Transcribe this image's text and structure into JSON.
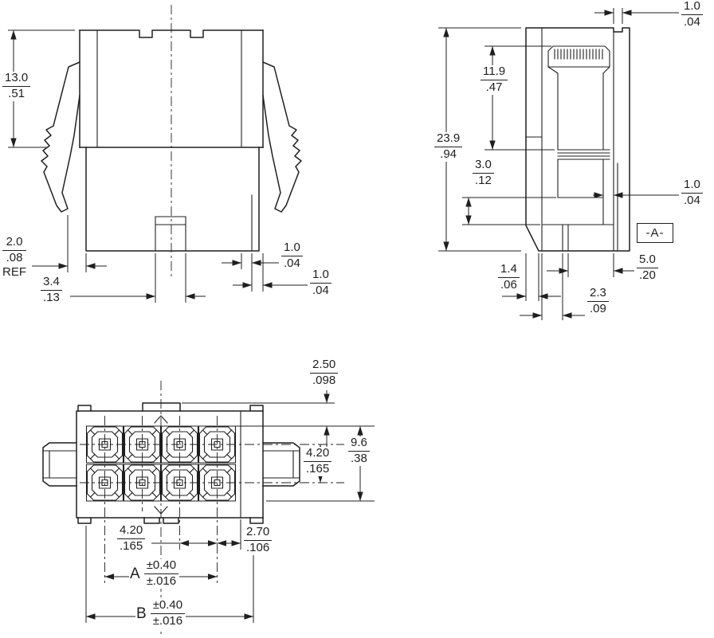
{
  "drawing": {
    "datum": "-A-",
    "dims": {
      "front_height": {
        "mm": "13.0",
        "in": ".51"
      },
      "front_ref": {
        "mm": "2.0",
        "in": ".08",
        "note": "REF"
      },
      "front_tab": {
        "mm": "3.4",
        "in": ".13"
      },
      "front_wall_a": {
        "mm": "1.0",
        "in": ".04"
      },
      "front_wall_b": {
        "mm": "1.0",
        "in": ".04"
      },
      "side_rib": {
        "mm": "1.0",
        "in": ".04"
      },
      "side_latch": {
        "mm": "11.9",
        "in": ".47"
      },
      "side_height": {
        "mm": "23.9",
        "in": ".94"
      },
      "side_step": {
        "mm": "3.0",
        "in": ".12"
      },
      "side_wall": {
        "mm": "1.0",
        "in": ".04"
      },
      "side_depth": {
        "mm": "5.0",
        "in": ".20"
      },
      "side_offset": {
        "mm": "1.4",
        "in": ".06"
      },
      "side_inset": {
        "mm": "2.3",
        "in": ".09"
      },
      "face_rib": {
        "mm": "2.50",
        "in": ".098"
      },
      "face_row_pitch": {
        "mm": "4.20",
        "in": ".165"
      },
      "face_height": {
        "mm": "9.6",
        "in": ".38"
      },
      "face_col_pitch": {
        "mm": "4.20",
        "in": ".165"
      },
      "face_edge": {
        "mm": "2.70",
        "in": ".106"
      },
      "dim_a": {
        "label": "A",
        "tol_mm": "±0.40",
        "tol_in": "±.016"
      },
      "dim_b": {
        "label": "B",
        "tol_mm": "±0.40",
        "tol_in": "±.016"
      }
    }
  }
}
